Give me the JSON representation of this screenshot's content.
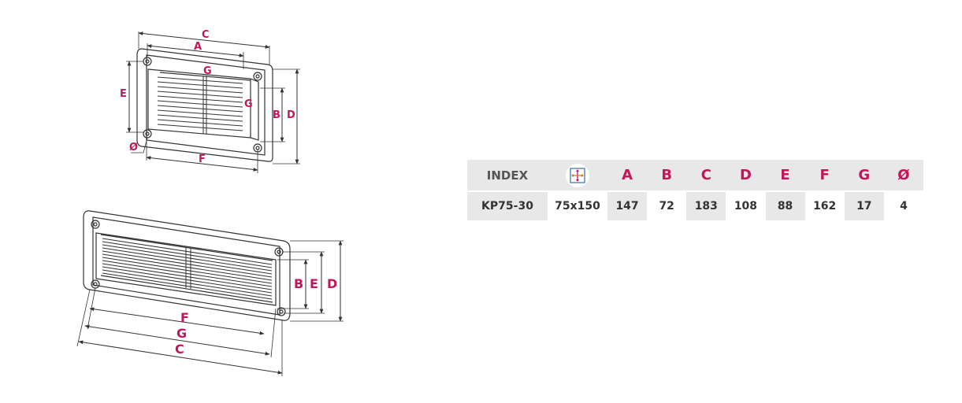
{
  "drawing": {
    "top_view_labels": {
      "c": "C",
      "a": "A",
      "g_top": "G",
      "e": "E",
      "g_side": "G",
      "b": "B",
      "d": "D",
      "diameter": "Ø",
      "f": "F"
    },
    "front_view_labels": {
      "f": "F",
      "g": "G",
      "c": "C",
      "b": "B",
      "e": "E",
      "d": "D"
    },
    "accent_color": "#c4145a",
    "line_color": "#333333"
  },
  "table": {
    "header": {
      "index": "INDEX",
      "size_icon": "size-arrows-icon",
      "columns": [
        "A",
        "B",
        "C",
        "D",
        "E",
        "F",
        "G",
        "Ø"
      ]
    },
    "row": {
      "index": "KP75-30",
      "size": "75x150",
      "values": [
        "147",
        "72",
        "183",
        "108",
        "88",
        "162",
        "17",
        "4"
      ]
    },
    "header_bg": "#e8e8e8",
    "letter_color": "#c4145a"
  }
}
